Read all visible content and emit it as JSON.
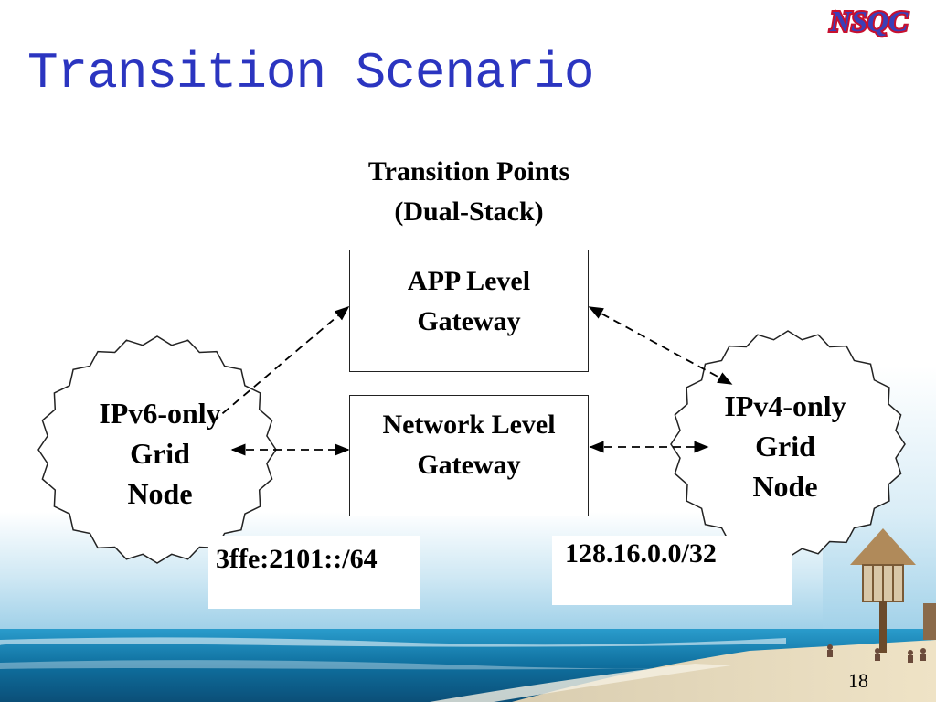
{
  "slide": {
    "title": "Transition Scenario",
    "logo_text": "NSQC",
    "page_number": "18"
  },
  "diagram": {
    "transition_points": {
      "line1": "Transition Points",
      "line2": "(Dual-Stack)"
    },
    "app_gateway": {
      "line1": "APP Level",
      "line2": "Gateway"
    },
    "network_gateway": {
      "line1": "Network Level",
      "line2": "Gateway"
    },
    "ipv6_node": {
      "line1": "IPv6-only",
      "line2": "Grid",
      "line3": "Node",
      "address": "3ffe:2101::/64"
    },
    "ipv4_node": {
      "line1": "IPv4-only",
      "line2": "Grid",
      "line3": "Node",
      "address": "128.16.0.0/32"
    }
  },
  "colors": {
    "title": "#2b35c0",
    "logo_fill": "#3a3fb8",
    "logo_outline": "#c8102e",
    "sea": "#1f86b8",
    "sky": "#a9d6ec",
    "sand": "#e8dcc0"
  }
}
